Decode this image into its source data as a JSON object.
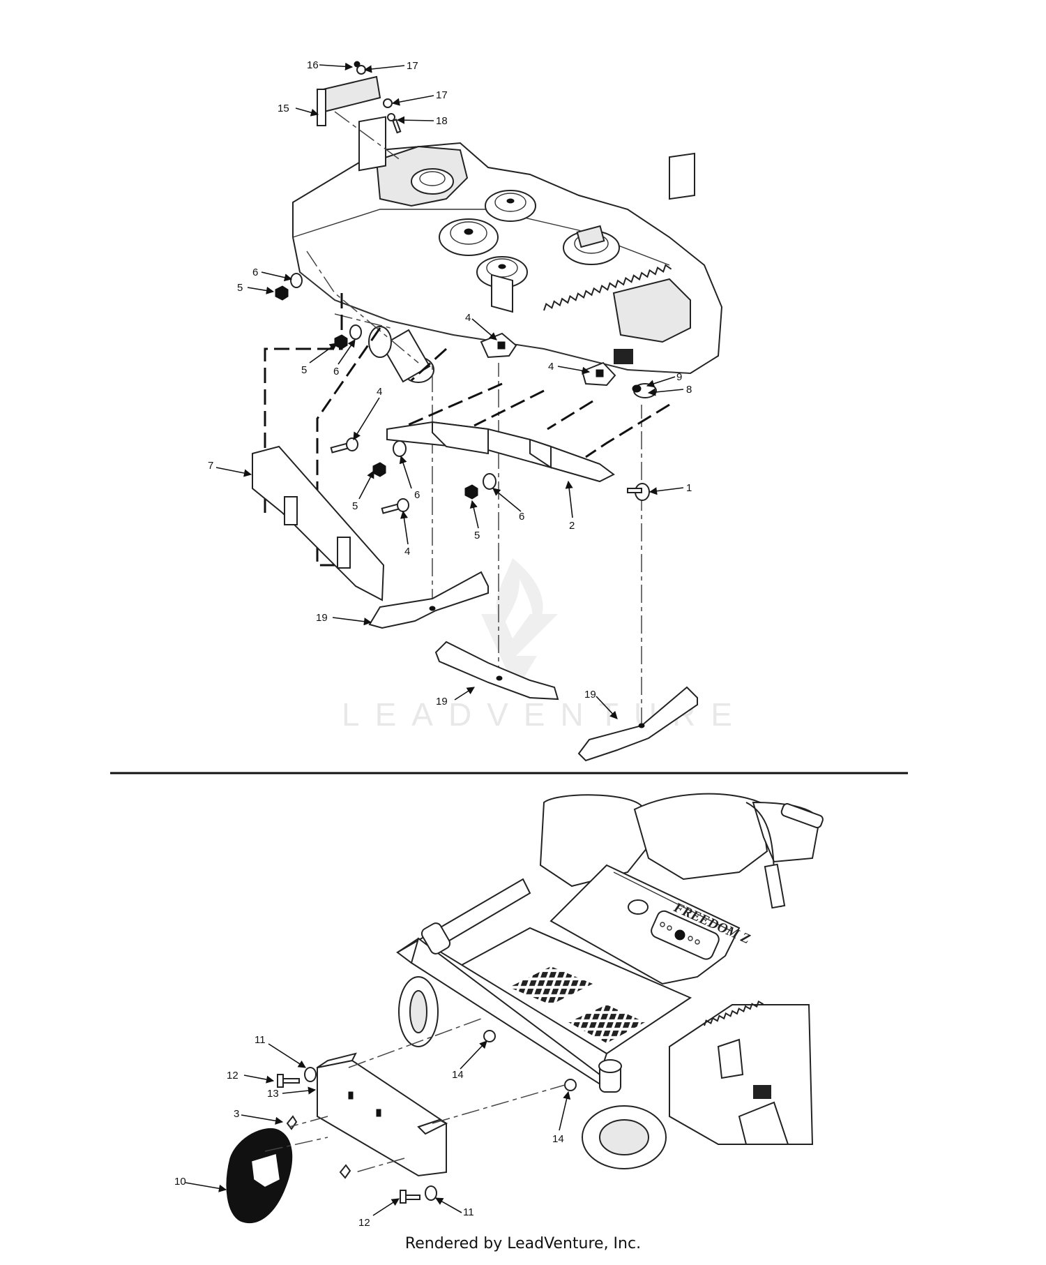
{
  "labels": {
    "l16": "16",
    "l17a": "17",
    "l15": "15",
    "l17b": "17",
    "l18": "18",
    "l6a": "6",
    "l5a": "5",
    "l4a": "4",
    "l4b": "4",
    "l9": "9",
    "l8": "8",
    "l5b": "5",
    "l6b": "6",
    "l4c": "4",
    "l7": "7",
    "l5c": "5",
    "l6c": "6",
    "l1": "1",
    "l6d": "6",
    "l2": "2",
    "l5d": "5",
    "l4d": "4",
    "l19a": "19",
    "l19b": "19",
    "l19c": "19",
    "l11a": "11",
    "l12a": "12",
    "l13": "13",
    "l3": "3",
    "l14a": "14",
    "l14b": "14",
    "l10": "10",
    "l11b": "11",
    "l12b": "12"
  },
  "watermark": "LEADVENTURE",
  "decal_brand": "FREEDOM Z",
  "footer": "Rendered by LeadVenture, Inc."
}
